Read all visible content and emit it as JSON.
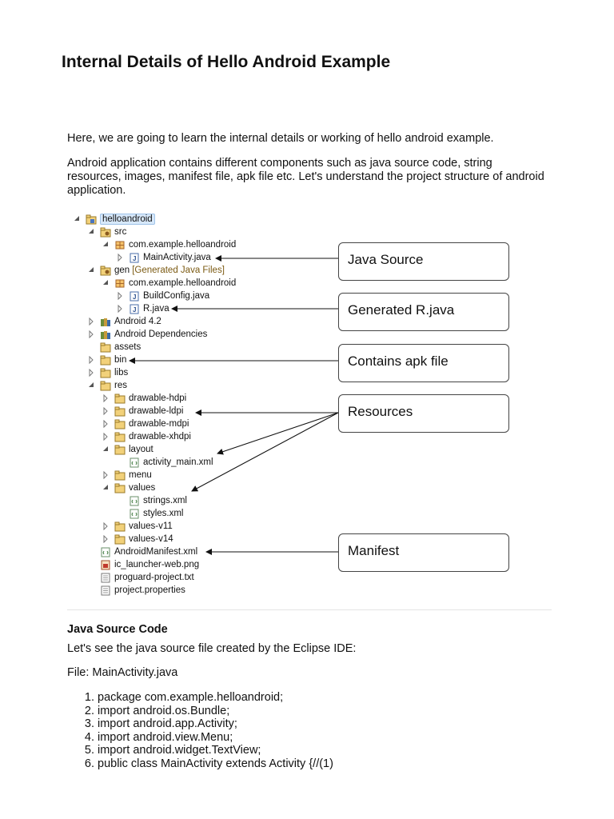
{
  "title": "Internal Details of Hello Android Example",
  "intro": "Here, we are going to learn the internal details or working of hello android example.",
  "description": "Android application contains different components such as java source code, string resources, images, manifest file, apk file etc. Let's understand the project structure of android application.",
  "tree": [
    {
      "label": "helloandroid",
      "icon": "project-icon"
    },
    {
      "label": "src",
      "icon": "source-folder-icon"
    },
    {
      "label": "com.example.helloandroid",
      "icon": "package-icon"
    },
    {
      "label": "MainActivity.java",
      "icon": "java-file-icon"
    },
    {
      "label": "gen",
      "note": "[Generated Java Files]",
      "icon": "source-folder-icon"
    },
    {
      "label": "com.example.helloandroid",
      "icon": "package-icon"
    },
    {
      "label": "BuildConfig.java",
      "icon": "java-file-icon"
    },
    {
      "label": "R.java",
      "icon": "java-file-icon"
    },
    {
      "label": "Android 4.2",
      "icon": "library-icon"
    },
    {
      "label": "Android Dependencies",
      "icon": "library-icon"
    },
    {
      "label": "assets",
      "icon": "folder-icon"
    },
    {
      "label": "bin",
      "icon": "folder-icon"
    },
    {
      "label": "libs",
      "icon": "folder-icon"
    },
    {
      "label": "res",
      "icon": "folder-icon"
    },
    {
      "label": "drawable-hdpi",
      "icon": "folder-icon"
    },
    {
      "label": "drawable-ldpi",
      "icon": "folder-icon"
    },
    {
      "label": "drawable-mdpi",
      "icon": "folder-icon"
    },
    {
      "label": "drawable-xhdpi",
      "icon": "folder-icon"
    },
    {
      "label": "layout",
      "icon": "folder-icon"
    },
    {
      "label": "activity_main.xml",
      "icon": "xml-file-icon"
    },
    {
      "label": "menu",
      "icon": "folder-icon"
    },
    {
      "label": "values",
      "icon": "folder-icon"
    },
    {
      "label": "strings.xml",
      "icon": "xml-file-icon"
    },
    {
      "label": "styles.xml",
      "icon": "xml-file-icon"
    },
    {
      "label": "values-v11",
      "icon": "folder-icon"
    },
    {
      "label": "values-v14",
      "icon": "folder-icon"
    },
    {
      "label": "AndroidManifest.xml",
      "icon": "xml-file-icon"
    },
    {
      "label": "ic_launcher-web.png",
      "icon": "image-file-icon"
    },
    {
      "label": "proguard-project.txt",
      "icon": "text-file-icon"
    },
    {
      "label": "project.properties",
      "icon": "text-file-icon"
    }
  ],
  "callouts": {
    "java_source": "Java Source",
    "generated_r": "Generated R.java",
    "apk": "Contains apk file",
    "resources": "Resources",
    "manifest": "Manifest"
  },
  "section_heading": "Java Source Code",
  "section_intro": "Let's see the java source file created by the Eclipse IDE:",
  "file_label": "File: MainActivity.java",
  "code_lines": [
    "package com.example.helloandroid;",
    "import android.os.Bundle;",
    "import android.app.Activity;",
    "import android.view.Menu;",
    "import android.widget.TextView;",
    "public class MainActivity extends Activity {//(1)"
  ]
}
